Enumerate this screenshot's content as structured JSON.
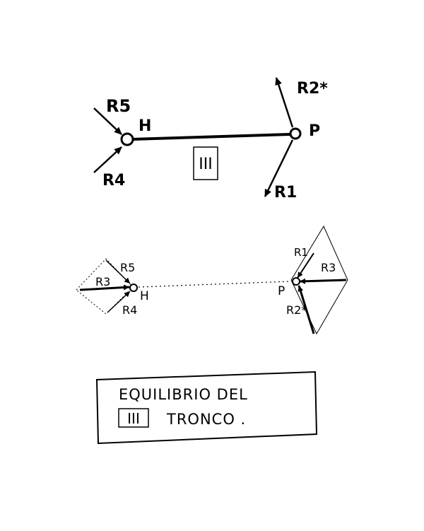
{
  "top": {
    "left_node": "H",
    "right_node": "P",
    "beam_label": "III",
    "forces": {
      "r5": "R5",
      "r4": "R4",
      "r2": "R2*",
      "r1": "R1"
    }
  },
  "bottom": {
    "left_node": "H",
    "right_node": "P",
    "left_forces": {
      "r5": "R5",
      "r3": "R3",
      "r4": "R4"
    },
    "right_forces": {
      "r1": "R1",
      "r3": "R3",
      "r2": "R2*"
    }
  },
  "caption": {
    "line1": "EQUILIBRIO DEL",
    "roman": "III",
    "line2": "TRONCO ."
  }
}
